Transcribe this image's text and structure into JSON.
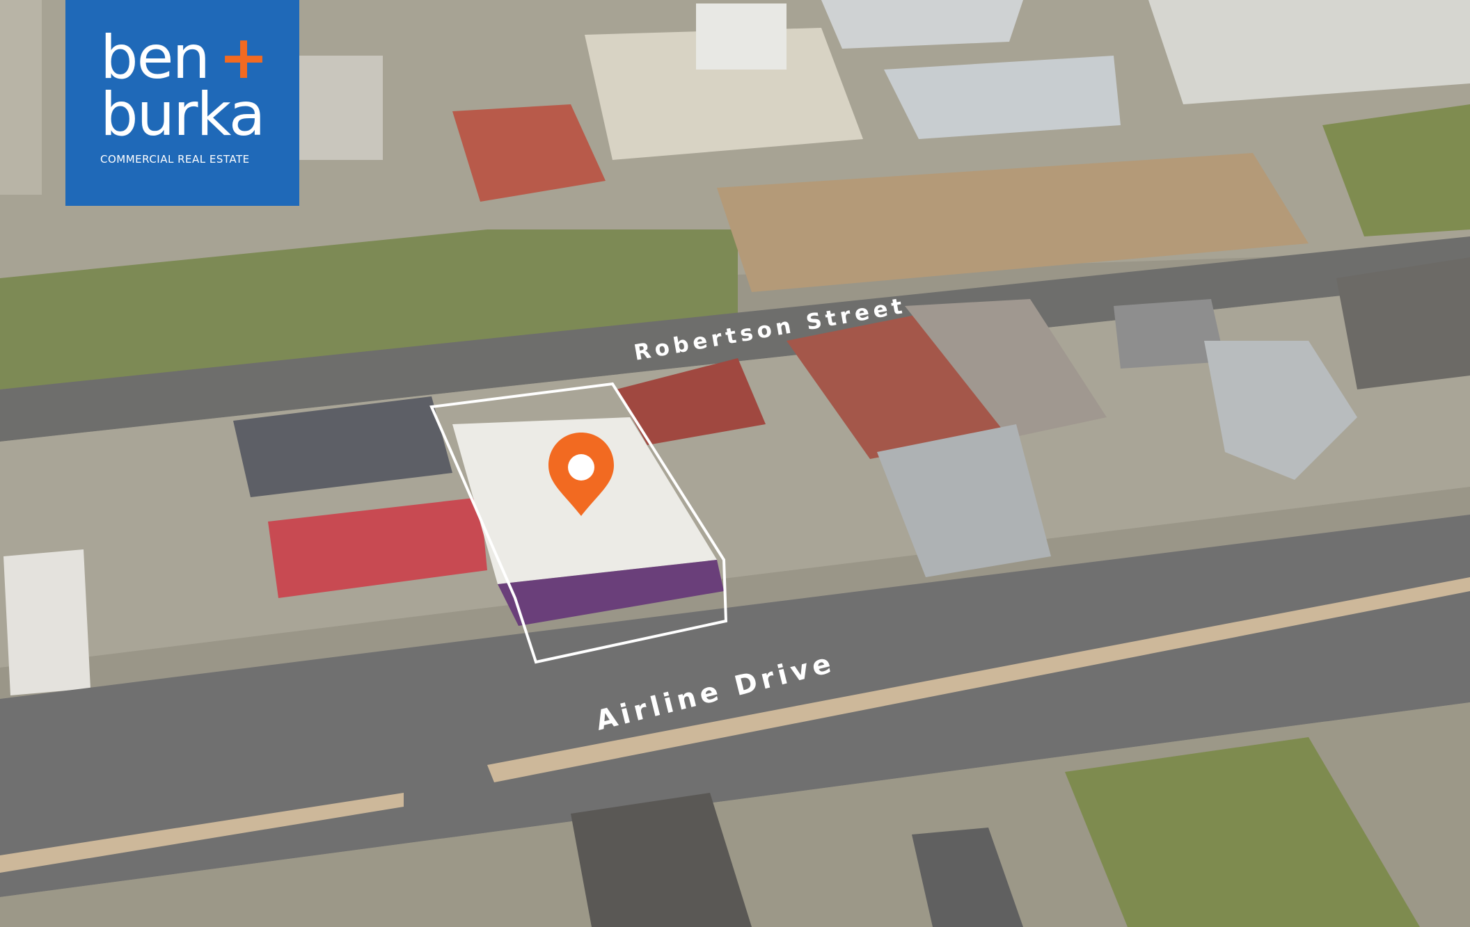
{
  "logo": {
    "word1": "ben",
    "plus": "+",
    "word2": "burka",
    "tagline": "COMMERCIAL REAL ESTATE",
    "brand_color": "#1f69b8",
    "accent_color": "#f26a21"
  },
  "streets": {
    "robertson": "Robertson Street",
    "airline": "Airline Drive"
  },
  "marker": {
    "icon": "map-pin-icon",
    "color": "#f26a21"
  },
  "property_outline_color": "#ffffff"
}
